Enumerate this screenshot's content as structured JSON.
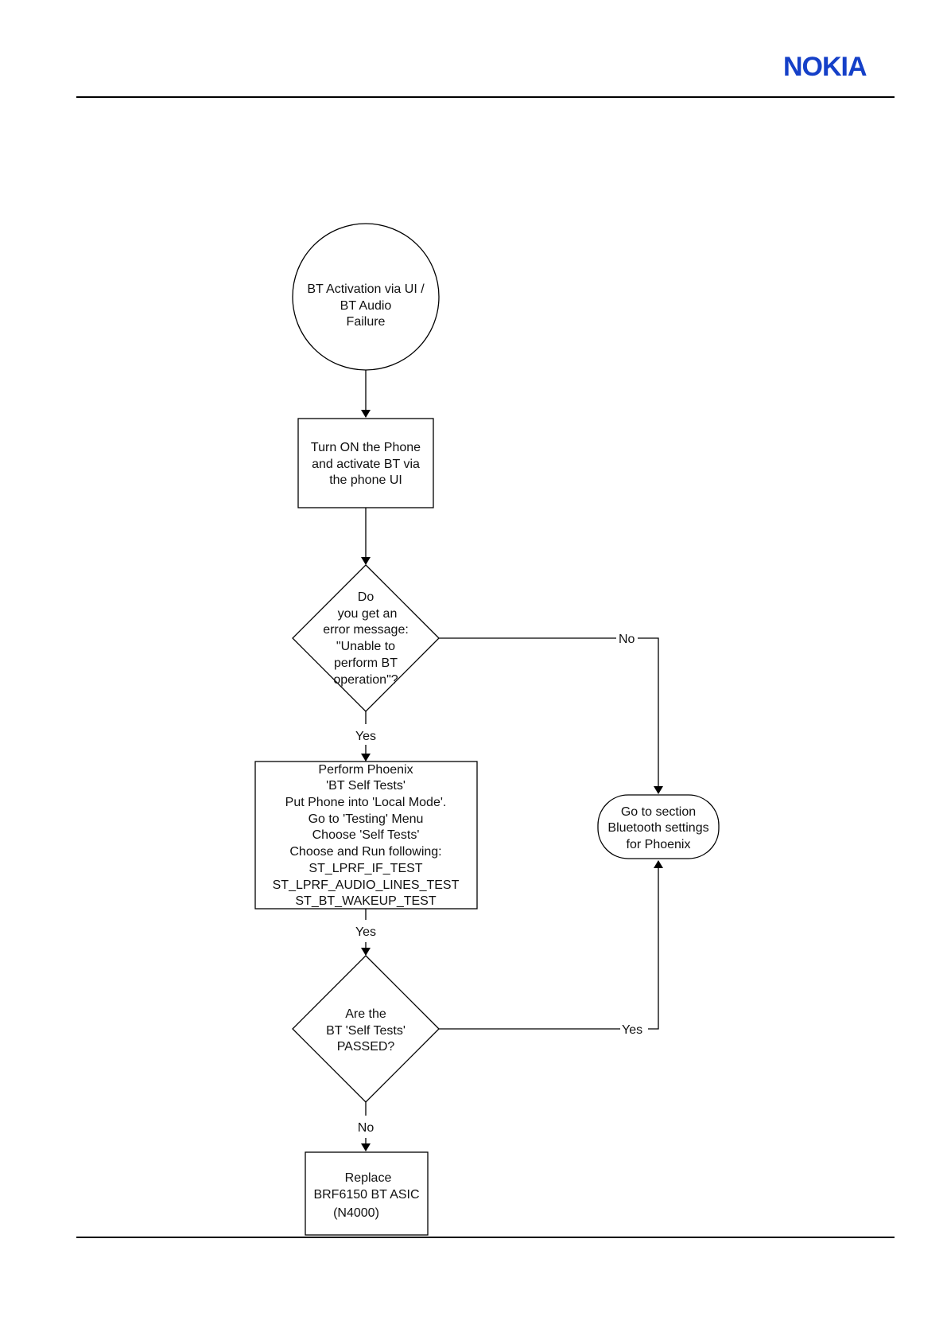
{
  "header": {
    "logo_text": "NOKIA",
    "brand_color": "#1540c8"
  },
  "nodes": {
    "start": [
      "BT Activation via UI /",
      "BT Audio",
      "Failure"
    ],
    "turn_on": [
      "Turn ON the Phone",
      "and activate BT via",
      "the  phone UI"
    ],
    "error_question": [
      "Do",
      "you get an",
      "error message:",
      "\"Unable to",
      "perform BT",
      "operation\"?"
    ],
    "self_tests": [
      "Perform Phoenix",
      "'BT Self Tests'",
      "Put Phone into 'Local Mode'.",
      "Go to 'Testing' Menu",
      "Choose 'Self Tests'",
      "Choose and Run following:",
      "ST_LPRF_IF_TEST",
      "ST_LPRF_AUDIO_LINES_TEST",
      "ST_BT_WAKEUP_TEST"
    ],
    "passed_question": [
      "Are the",
      "BT 'Self Tests'",
      "PASSED?"
    ],
    "bluetooth_settings": [
      "Go to section",
      "Bluetooth settings",
      "for Phoenix"
    ],
    "replace": [
      "Replace",
      "BRF6150 BT ASIC",
      "(N4000)"
    ]
  },
  "edge_labels": {
    "error_no": "No",
    "error_yes": "Yes",
    "tests_yes": "Yes",
    "passed_yes": "Yes",
    "passed_no": "No"
  }
}
